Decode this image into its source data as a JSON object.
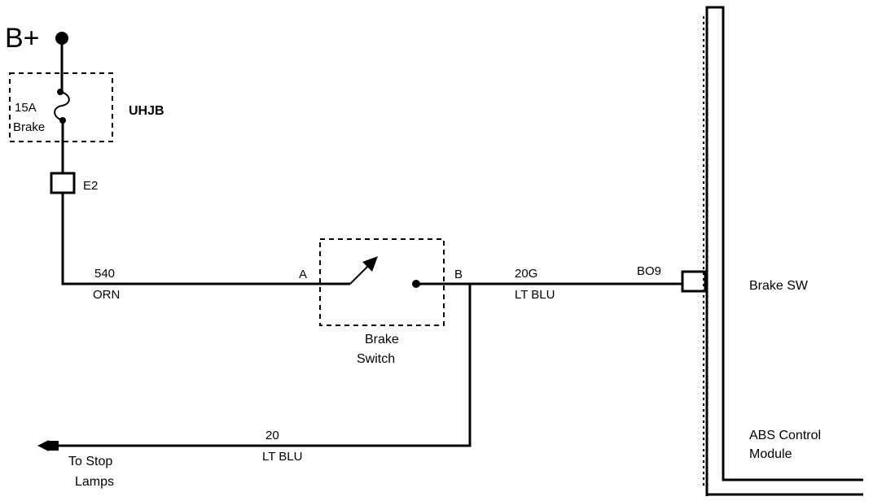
{
  "power": {
    "label": "B+"
  },
  "fuse_block": {
    "name": "UHJB",
    "fuse_rating": "15A",
    "fuse_name": "Brake"
  },
  "connector_e2": {
    "label": "E2"
  },
  "wire_540": {
    "circuit": "540",
    "color": "ORN"
  },
  "brake_switch": {
    "name_line1": "Brake",
    "name_line2": "Switch",
    "terminal_a": "A",
    "terminal_b": "B"
  },
  "wire_20g": {
    "circuit": "20G",
    "color": "LT BLU"
  },
  "connector_bo9": {
    "label": "BO9"
  },
  "abs_module": {
    "input_label": "Brake SW",
    "name_line1": "ABS Control",
    "name_line2": "Module"
  },
  "wire_20": {
    "circuit": "20",
    "color": "LT BLU"
  },
  "stop_lamps": {
    "line1": "To Stop",
    "line2": "Lamps"
  }
}
